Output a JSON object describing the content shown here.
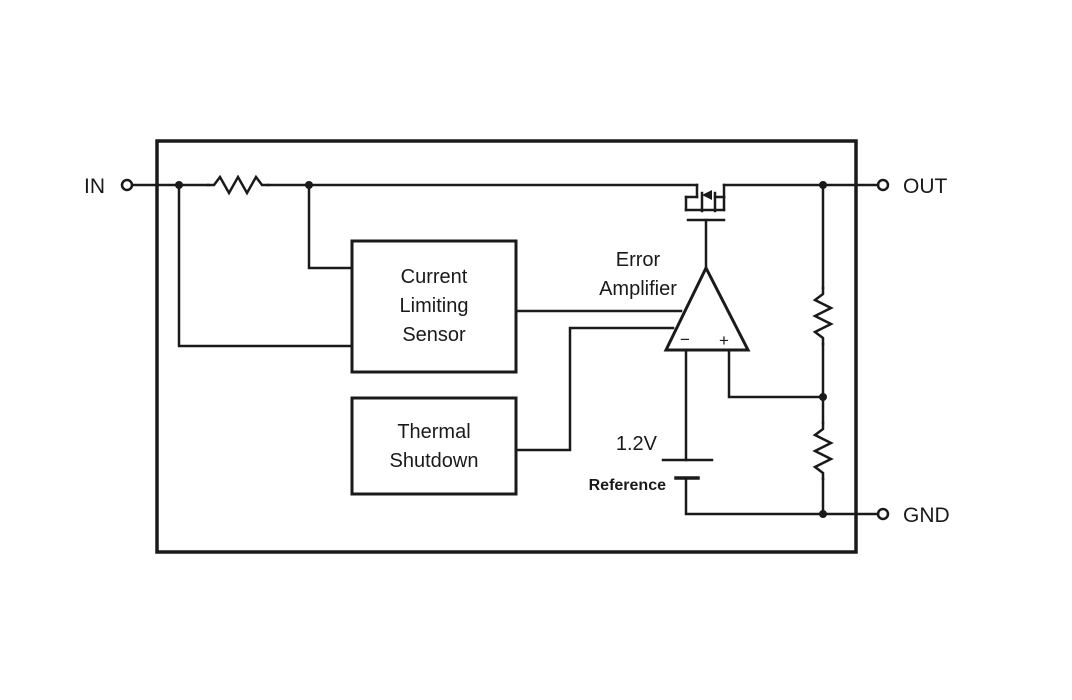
{
  "colors": {
    "ink": "#1a1a1a",
    "background": "#ffffff"
  },
  "pins": {
    "in": "IN",
    "out": "OUT",
    "gnd": "GND"
  },
  "blocks": {
    "current_limiting_sensor": [
      "Current",
      "Limiting",
      "Sensor"
    ],
    "thermal_shutdown": [
      "Thermal",
      "Shutdown"
    ]
  },
  "error_amplifier": {
    "label": [
      "Error",
      "Amplifier"
    ],
    "inverting_sign": "−",
    "noninverting_sign": "+"
  },
  "reference": {
    "voltage": "1.2V",
    "label": "Reference"
  },
  "icons": [
    "resistor-icon",
    "mosfet-icon",
    "op-amp-icon",
    "battery-icon",
    "terminal-icon"
  ]
}
